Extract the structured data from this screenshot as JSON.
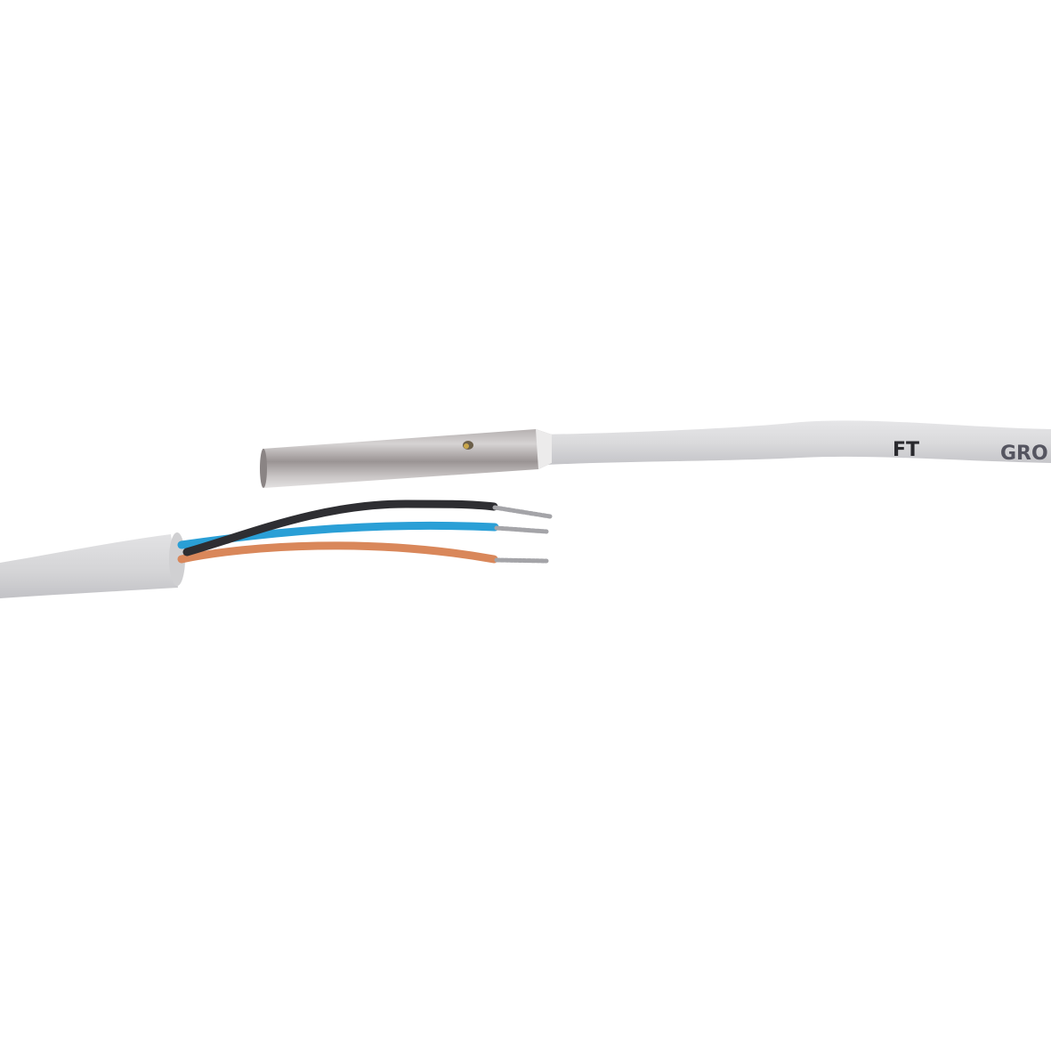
{
  "image": {
    "background_color": "#ffffff",
    "subject": "Cylindrical stainless steel sensor probe with grey PVC cable and stripped 3-wire cable end"
  },
  "cable_marking": {
    "text_1": "FT",
    "text_2": "GRO"
  },
  "colors": {
    "cable_jacket": "#dcdcde",
    "cable_jacket_shadow": "#b8b8bc",
    "probe_metal_light": "#c9c6c6",
    "probe_metal_dark": "#8c8686",
    "wire_black": "#2e2e32",
    "wire_blue": "#2a9fd6",
    "wire_brown": "#d9875a",
    "copper_strands": "#a8a8a8"
  },
  "wires": [
    {
      "name": "black",
      "color": "#2e2e32"
    },
    {
      "name": "blue",
      "color": "#2a9fd6"
    },
    {
      "name": "brown",
      "color": "#d9875a"
    }
  ]
}
